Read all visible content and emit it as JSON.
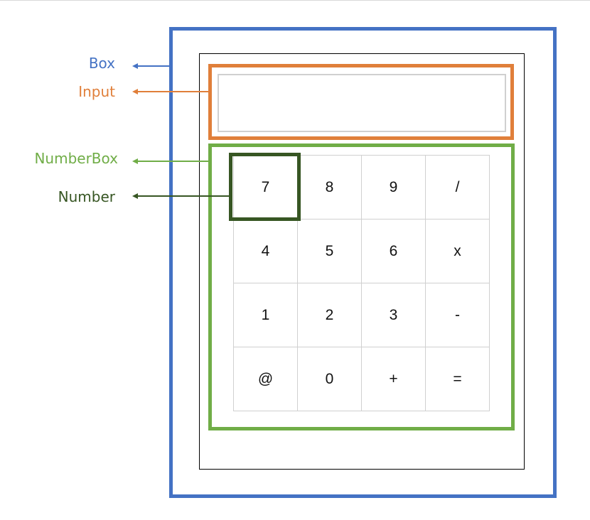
{
  "labels": {
    "box": "Box",
    "input": "Input",
    "number_box": "NumberBox",
    "number": "Number"
  },
  "colors": {
    "box": "#4472C4",
    "input": "#E07F3A",
    "number_box": "#70AD47",
    "number": "#375623",
    "key_border": "#D0D0D0"
  },
  "calculator": {
    "display_value": "",
    "keys": [
      "7",
      "8",
      "9",
      "/",
      "4",
      "5",
      "6",
      "x",
      "1",
      "2",
      "3",
      "-",
      "@",
      "0",
      "+",
      "="
    ]
  }
}
